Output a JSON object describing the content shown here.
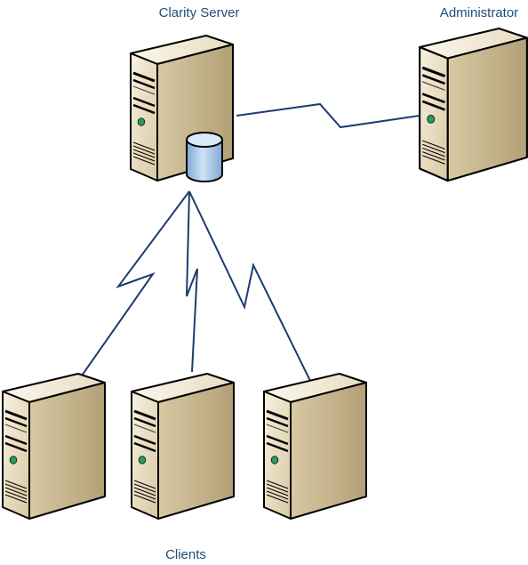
{
  "labels": {
    "server": "Clarity Server",
    "admin": "Administrator",
    "clients": "Clients"
  },
  "colors": {
    "link_line": "#1f3b70",
    "label_text": "#1f4e79",
    "tower_front": "#efe5cc",
    "tower_side": "#c9b891",
    "tower_top": "#f7f1e3",
    "database_fill": "#aac8e6"
  },
  "icons": {
    "server": "server-tower-icon",
    "database": "database-cylinder-icon",
    "admin": "server-tower-icon",
    "clients": "server-tower-icon"
  }
}
